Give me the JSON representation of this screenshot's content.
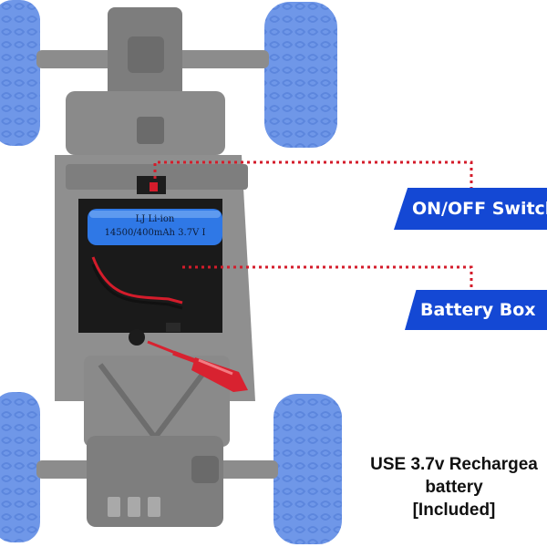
{
  "callouts": {
    "switch_label": "ON/OFF Switch",
    "battery_label": "Battery Box"
  },
  "battery_cell": {
    "brand": "LJ Li-ion",
    "spec": "14500/400mAh 3.7V I"
  },
  "note": {
    "line1": "USE 3.7v Rechargea",
    "line2": "battery",
    "line3": "[Included]"
  },
  "colors": {
    "tire": "#6f97e8",
    "chassis": "#8c8c8c",
    "callout_bg": "#1448d4",
    "leader_line": "#d41c2b",
    "battery_cell": "#2f78e6",
    "screwdriver": "#d82230"
  }
}
